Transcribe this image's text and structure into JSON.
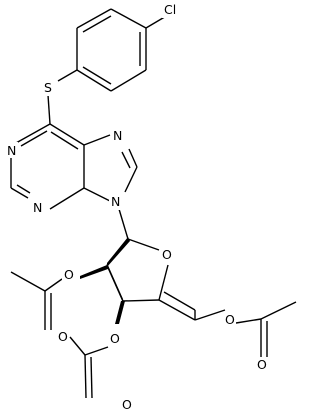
{
  "molecule": {
    "atoms": {
      "cl": "Cl",
      "s": "S",
      "n1": "N",
      "n3": "N",
      "n7": "N",
      "n9": "N",
      "o_ring": "O",
      "o2_ester": "O",
      "o2_carbonyl": "O",
      "o3_ester": "O",
      "o3_carbonyl": "O",
      "o5_ester": "O",
      "o5_carbonyl": "O"
    }
  }
}
